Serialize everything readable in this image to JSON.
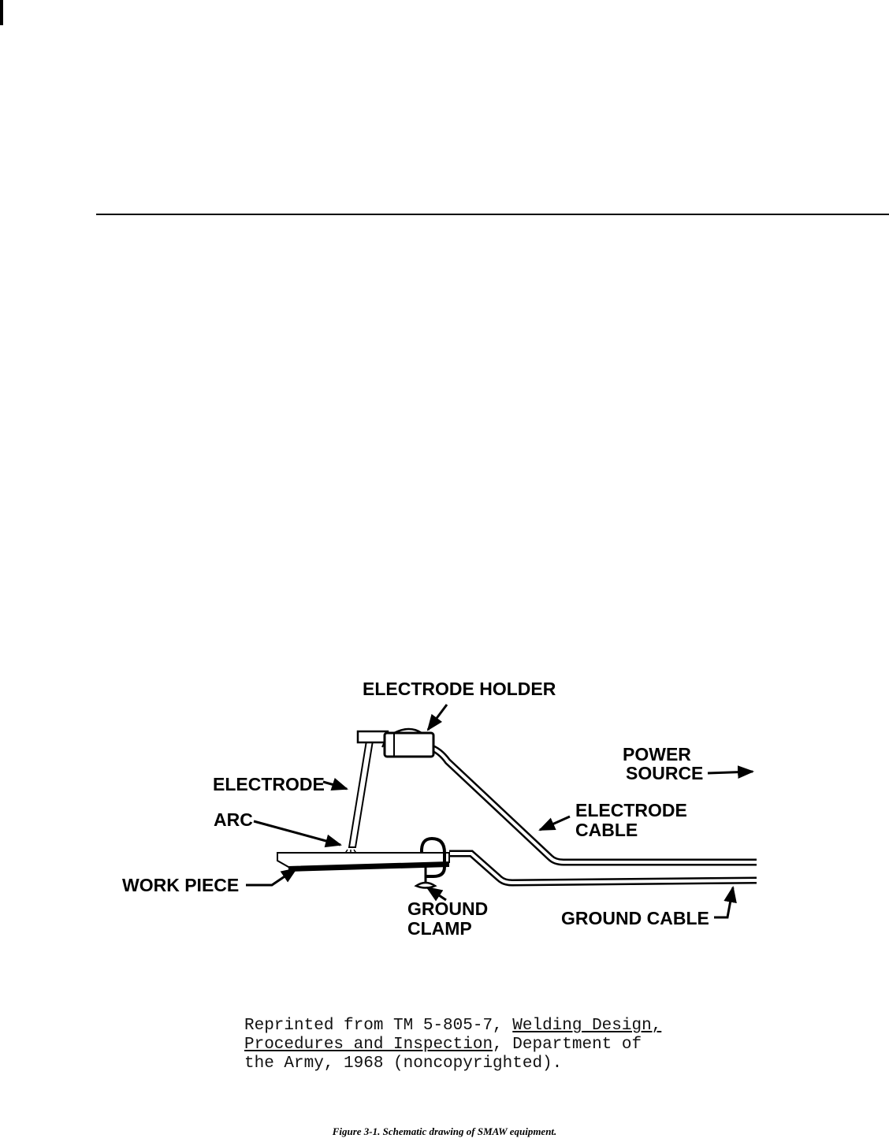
{
  "diagram": {
    "labels": {
      "electrode_holder": "ELECTRODE HOLDER",
      "power": "POWER",
      "source": "SOURCE",
      "electrode": "ELECTRODE",
      "arc": "ARC",
      "electrode_cable_1": "ELECTRODE",
      "electrode_cable_2": "CABLE",
      "work_piece": "WORK PIECE",
      "ground_1": "GROUND",
      "ground_2": "CLAMP",
      "ground_cable": "GROUND CABLE"
    }
  },
  "credit": {
    "l1_a": "Reprinted from TM 5-805-7, ",
    "l1_b": "Welding Design,",
    "l2_a": "Procedures and Inspection",
    "l2_b": ", Department of",
    "l3": "the Army, 1968 (noncopyrighted)."
  },
  "caption": "Figure 3-1. Schematic drawing of SMAW equipment."
}
